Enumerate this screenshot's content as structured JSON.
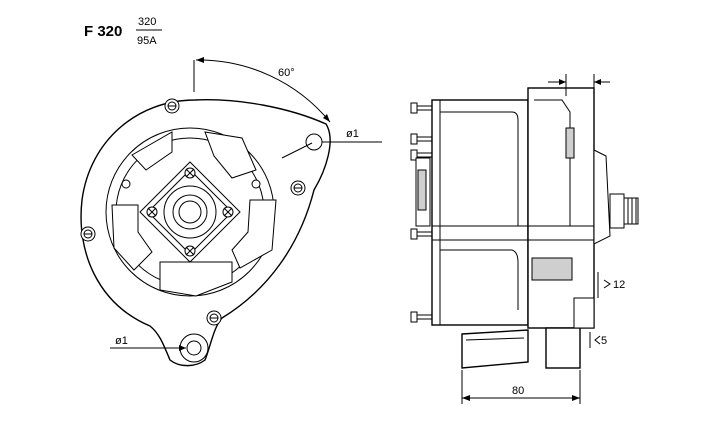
{
  "model": {
    "label": "F 320",
    "code": "320",
    "current": "95A"
  },
  "dimensions": {
    "angle": "60°",
    "hole_top": "ø1",
    "hole_bottom": "ø1",
    "width": "80",
    "offset_right": "12",
    "offset_bottom": "5"
  }
}
